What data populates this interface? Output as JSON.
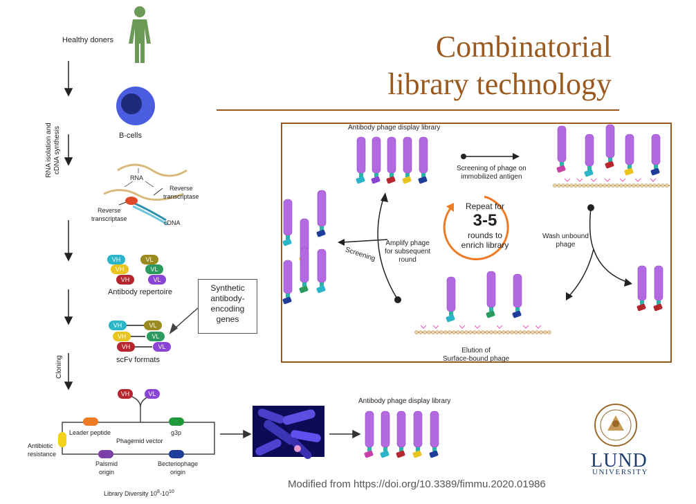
{
  "title": {
    "line1": "Combinatorial",
    "line2": "library technology"
  },
  "left_flow": {
    "healthy_donors": "Healthy doners",
    "b_cells": "B-cells",
    "rna_isolation": "RNA isolation and\ncDNA synthesis",
    "rna": "RNA",
    "reverse_transcriptase_right": "Reverse\ntranscriptase",
    "reverse_transcriptase_left": "Reverse\ntranscriptase",
    "cdna": "cDNA",
    "antibody_repertoire": "Antibody repertoire",
    "synthetic_genes": "Synthetic\nantibody-\nencoding\ngenes",
    "scfv_formats": "scFv formats",
    "cloning": "Cloning",
    "vh": "VH",
    "vl": "VL"
  },
  "phagemid": {
    "leader_peptide": "Leader peptide",
    "g3p": "g3p",
    "phagemid_vector": "Phagemid vector",
    "antibiotic_resistance": "Antibiotic\nresistance",
    "palsmid_origin": "Palsmid\norigin",
    "becteriophage_origin": "Becteriophage\norigin",
    "library_diversity": "Library Diversity 10",
    "exp_low": "8",
    "dash": "-10",
    "exp_high": "10",
    "bottom_library": "Antibody phage display library"
  },
  "panning": {
    "library": "Antibody phage display library",
    "screening_immobilized": "Screening of phage on\nimmobilized antigen",
    "repeat_for": "Repeat for",
    "rounds_count": "3-5",
    "rounds_text": "rounds to\nenrich library",
    "wash": "Wash unbound\nphage",
    "amplify": "Amplify phage\nfor subsequent\nround",
    "screening": "Screening",
    "elution": "Elution of\nSurface-bound phage"
  },
  "colors": {
    "accent": "#9a5a1f",
    "phage": "#b36ae0",
    "vh": "#b5262e",
    "vl": "#8b45d6",
    "teal": "#2bb5a8"
  },
  "source": "Modified from https://doi.org/10.3389/fimmu.2020.01986",
  "logo": {
    "name": "LUND",
    "sub": "UNIVERSITY"
  }
}
